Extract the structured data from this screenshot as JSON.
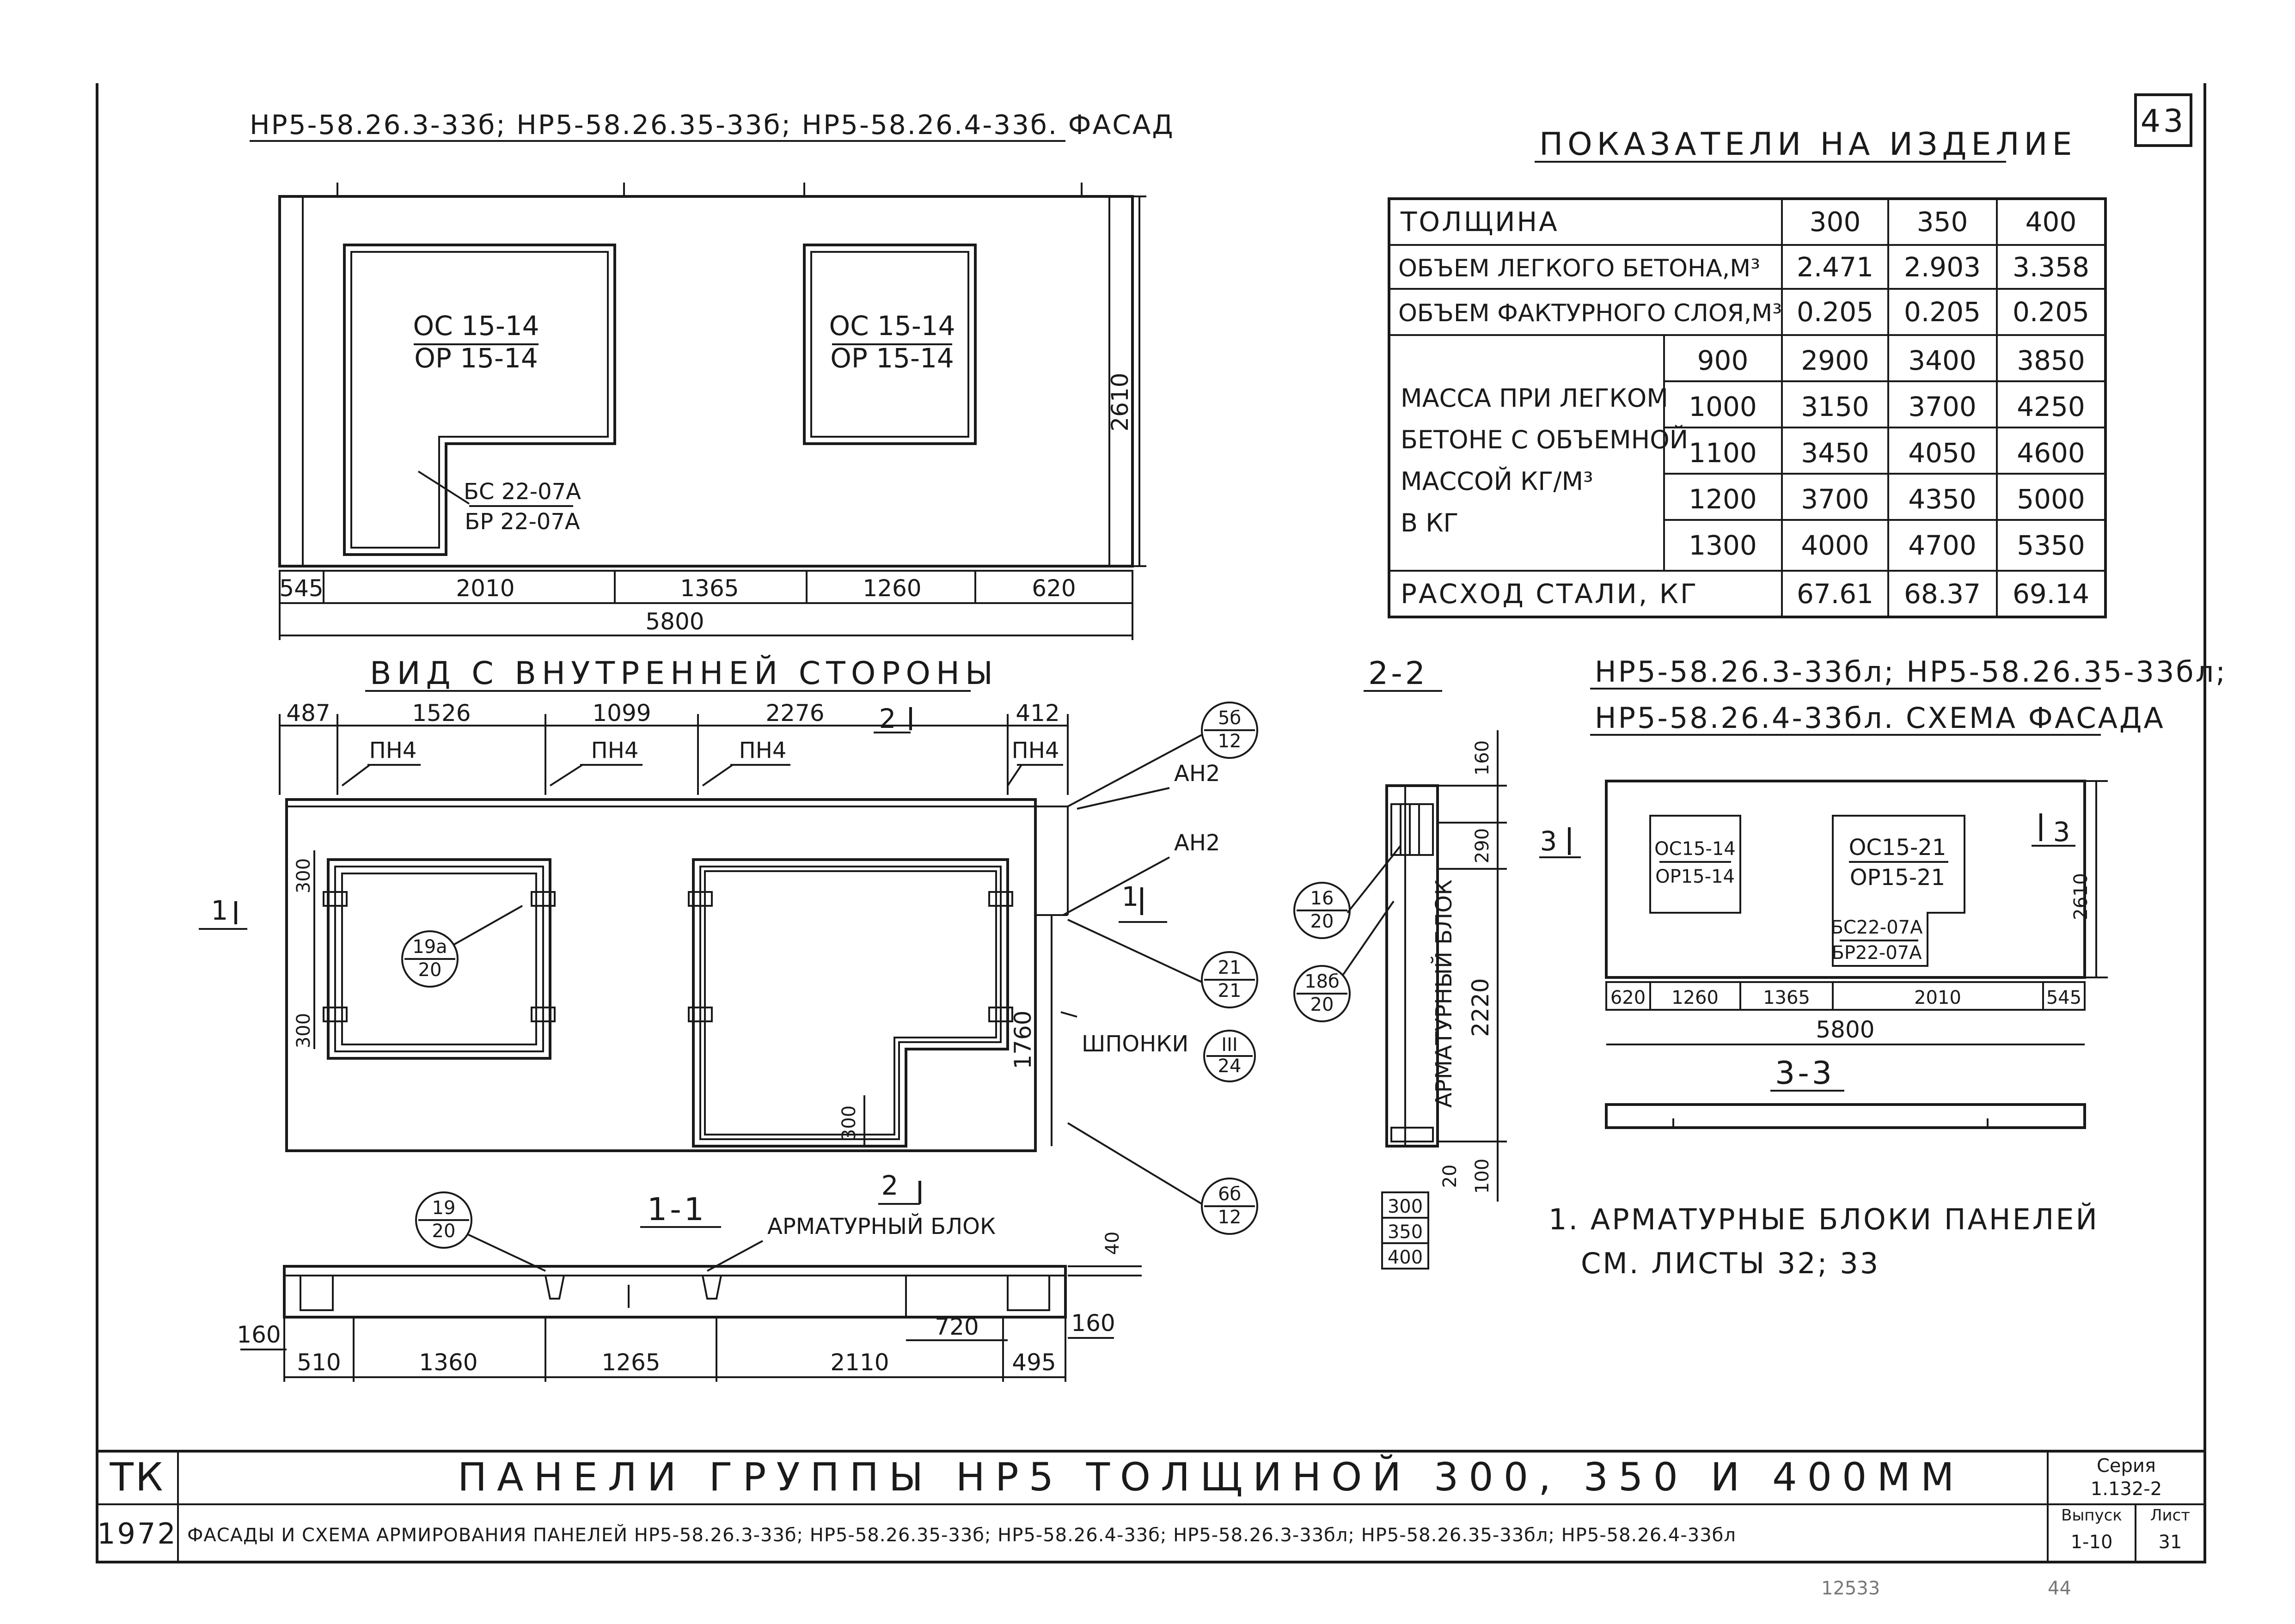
{
  "sheet_number": "43",
  "main_title": "НР5-58.26.3-33б; НР5-58.26.35-33б; НР5-58.26.4-33б. ФАСАД",
  "table": {
    "title": "ПОКАЗАТЕЛИ НА ИЗДЕЛИЕ",
    "thickness_label": "ТОЛЩИНА",
    "thickness": [
      "300",
      "350",
      "400"
    ],
    "row_light_volume": {
      "label": "ОБЪЕМ ЛЕГКОГО БЕТОНА,М³",
      "values": [
        "2.471",
        "2.903",
        "3.358"
      ]
    },
    "row_face_volume": {
      "label": "ОБЪЕМ ФАКТУРНОГО СЛОЯ,М³",
      "values": [
        "0.205",
        "0.205",
        "0.205"
      ]
    },
    "mass_label_lines": [
      "МАССА ПРИ ЛЕГКОМ",
      "БЕТОНЕ С ОБЪЕМНОЙ",
      "МАССОЙ КГ/М³",
      "В КГ"
    ],
    "mass_rows": [
      {
        "density": "900",
        "values": [
          "2900",
          "3400",
          "3850"
        ]
      },
      {
        "density": "1000",
        "values": [
          "3150",
          "3700",
          "4250"
        ]
      },
      {
        "density": "1100",
        "values": [
          "3450",
          "4050",
          "4600"
        ]
      },
      {
        "density": "1200",
        "values": [
          "3700",
          "4350",
          "5000"
        ]
      },
      {
        "density": "1300",
        "values": [
          "4000",
          "4700",
          "5350"
        ]
      }
    ],
    "row_steel": {
      "label": "РАСХОД СТАЛИ, КГ",
      "values": [
        "67.61",
        "68.37",
        "69.14"
      ]
    }
  },
  "facade": {
    "window1_top": "ОС 15-14",
    "window1_bottom": "ОР 15-14",
    "window2_top": "ОС 15-14",
    "window2_bottom": "ОР 15-14",
    "door_top": "БС 22-07А",
    "door_bottom": "БР 22-07А",
    "height": "2610",
    "dims": [
      "545",
      "2010",
      "1365",
      "1260",
      "620"
    ],
    "total": "5800"
  },
  "inner_view": {
    "title": "ВИД С ВНУТРЕННЕЙ СТОРОНЫ",
    "top_dims": [
      "487",
      "1526",
      "1099",
      "2276",
      "412"
    ],
    "loops": [
      "ПН4",
      "ПН4",
      "ПН4",
      "ПН4"
    ],
    "section_mark_1": "1",
    "section_mark_2": "2",
    "an2_a": "АН2",
    "an2_b": "АН2",
    "keys_label": "ШПОНКИ",
    "left_dim_1": "300",
    "left_dim_2": "300",
    "right_dim": "1760",
    "bottom_dim": "300",
    "callout_19a": {
      "top": "19а",
      "bottom": "20"
    },
    "callout_5b": {
      "top": "5б",
      "bottom": "12"
    },
    "callout_21": {
      "top": "21",
      "bottom": "21"
    },
    "callout_III": {
      "top": "III",
      "bottom": "24"
    },
    "callout_6b": {
      "top": "6б",
      "bottom": "12"
    }
  },
  "section_1_1": {
    "title": "1-1",
    "block_label": "АРМАТУРНЫЙ БЛОК",
    "callout": {
      "top": "19",
      "bottom": "20"
    },
    "dims": [
      "510",
      "1360",
      "1265",
      "2110",
      "495"
    ],
    "dim_720": "720",
    "dim_left_h": "160",
    "dim_right_h": "160",
    "dim_40": "40"
  },
  "section_2_2": {
    "title": "2-2",
    "block_label": "АРМАТУРНЫЙ БЛОК",
    "dims_v": [
      "160",
      "290",
      "2220",
      "100"
    ],
    "dim_20": "20",
    "thick": [
      "300",
      "350",
      "400"
    ],
    "callout_16": {
      "top": "16",
      "bottom": "20"
    },
    "callout_18b": {
      "top": "18б",
      "bottom": "20"
    }
  },
  "scheme": {
    "title_1": "НР5-58.26.3-33бл; НР5-58.26.35-33бл;",
    "title_2": "НР5-58.26.4-33бл. СХЕМА ФАСАДА",
    "w1_top": "ОС15-14",
    "w1_bottom": "ОР15-14",
    "w2_top": "ОС15-21",
    "w2_bottom": "ОР15-21",
    "door_top": "БС22-07А",
    "door_bottom": "БР22-07А",
    "height": "2610",
    "dims": [
      "620",
      "1260",
      "1365",
      "2010",
      "545"
    ],
    "total": "5800",
    "mark": "3",
    "section_title": "3-3"
  },
  "note": {
    "line1": "1. АРМАТУРНЫЕ БЛОКИ ПАНЕЛЕЙ",
    "line2": "СМ. ЛИСТЫ 32; 33"
  },
  "stamp": {
    "tk": "ТК",
    "year": "1972",
    "title_big": "ПАНЕЛИ ГРУППЫ НР5 ТОЛЩИНОЙ 300, 350 И 400ММ",
    "title_small": "ФАСАДЫ И СХЕМА АРМИРОВАНИЯ ПАНЕЛЕЙ НР5-58.26.3-33б; НР5-58.26.35-33б; НР5-58.26.4-33б; НР5-58.26.3-33бл; НР5-58.26.35-33бл; НР5-58.26.4-33бл",
    "series_label": "Серия",
    "series": "1.132-2",
    "issue_label": "Выпуск",
    "issue": "1-10",
    "sheet_label": "Лист",
    "sheet": "31"
  },
  "footer_nums": [
    "12533",
    "44"
  ]
}
